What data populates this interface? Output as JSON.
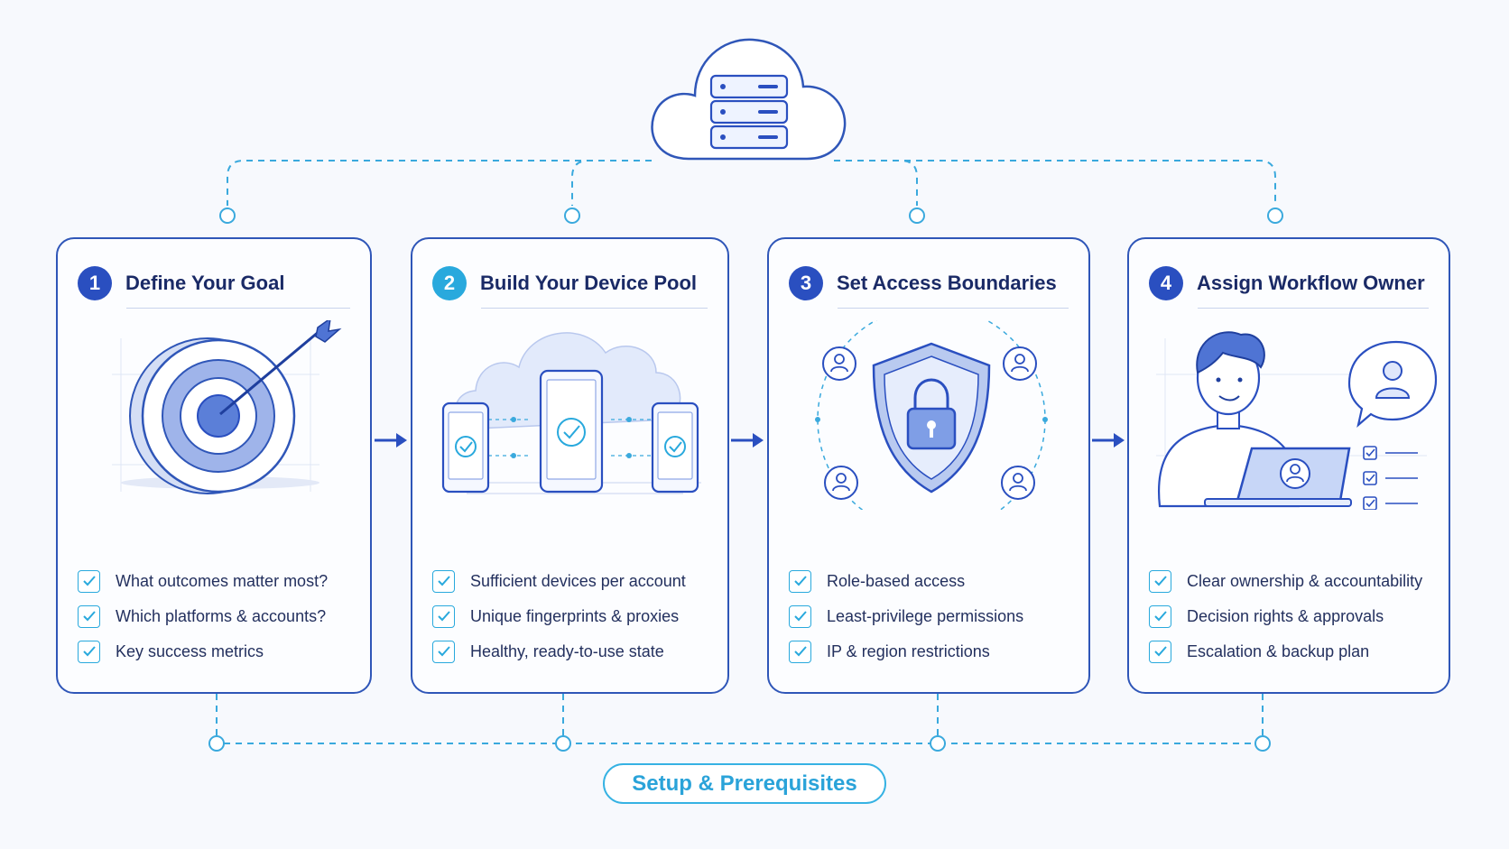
{
  "colors": {
    "primary": "#2a4fc0",
    "accent": "#29a9dd",
    "border": "#2f56b8",
    "title": "#1a2a66"
  },
  "header_icon": "cloud-server-icon",
  "steps": [
    {
      "number": "1",
      "title": "Define Your Goal",
      "icon": "target-arrow-icon",
      "items": [
        "What outcomes matter most?",
        "Which platforms & accounts?",
        "Key success metrics"
      ]
    },
    {
      "number": "2",
      "title": "Build Your Device Pool",
      "icon": "device-pool-icon",
      "items": [
        "Sufficient devices per account",
        "Unique fingerprints & proxies",
        "Healthy, ready-to-use state"
      ]
    },
    {
      "number": "3",
      "title": "Set Access Boundaries",
      "icon": "shield-lock-icon",
      "items": [
        "Role-based access",
        "Least-privilege permissions",
        "IP & region restrictions"
      ]
    },
    {
      "number": "4",
      "title": "Assign Workflow Owner",
      "icon": "workflow-owner-icon",
      "items": [
        "Clear ownership & accountability",
        "Decision rights & approvals",
        "Escalation & backup plan"
      ]
    }
  ],
  "footer": {
    "label": "Setup & Prerequisites"
  }
}
